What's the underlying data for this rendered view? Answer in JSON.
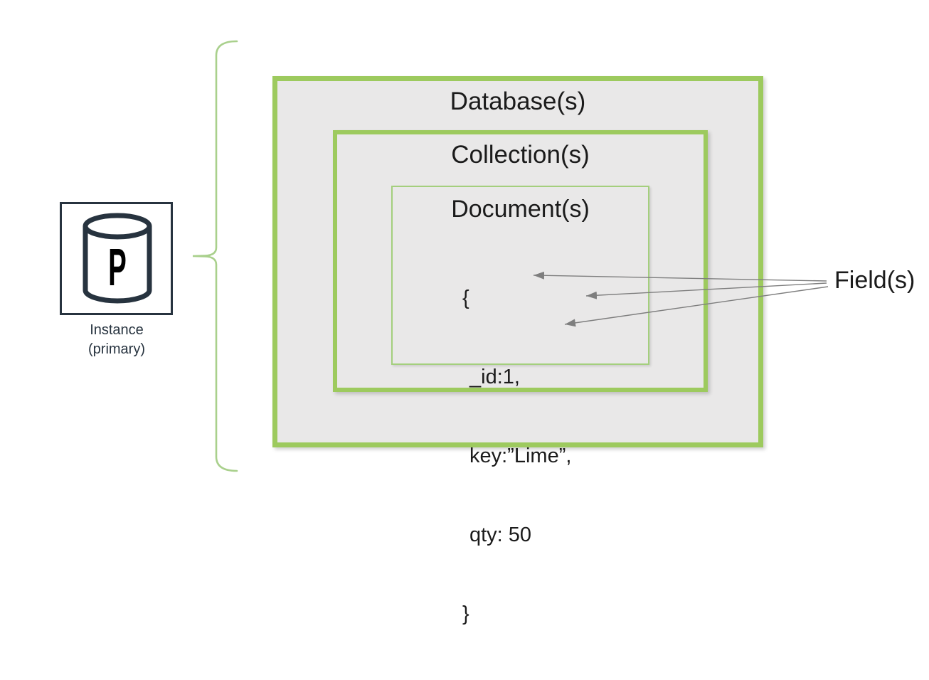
{
  "instance": {
    "icon_letter": "P",
    "label_line1": "Instance",
    "label_line2": "(primary)"
  },
  "hierarchy": {
    "database_label": "Database(s)",
    "collection_label": "Collection(s)",
    "document_label": "Document(s)",
    "document_json": {
      "open_brace": "{",
      "fields": [
        "_id:1,",
        "key:”Lime”,",
        "qty: 50"
      ],
      "close_brace": "}"
    }
  },
  "fields_label": "Field(s)",
  "colors": {
    "thick_border_green": "#9dca5e",
    "thin_border_green": "#a4cf7d",
    "brace_green": "#a9d08c",
    "box_fill_gray": "#e9e8e8",
    "arrow_gray": "#7e7e7e",
    "instance_navy": "#27333f",
    "text_black": "#1b1b1b",
    "background": "#ffffff"
  }
}
